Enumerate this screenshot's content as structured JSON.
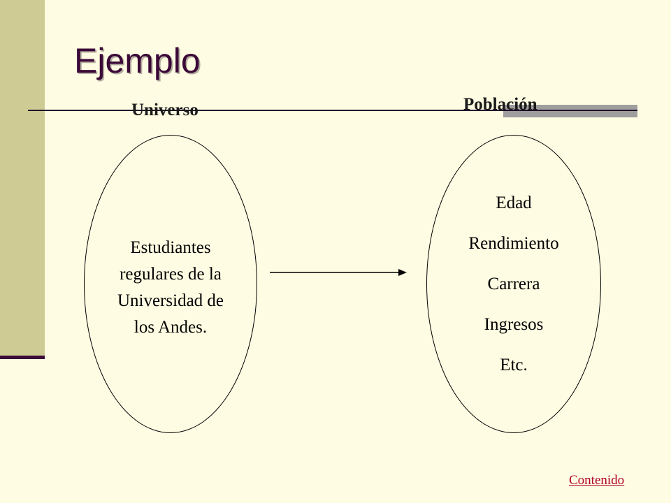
{
  "slide": {
    "title": "Ejemplo",
    "universe_label": "Universo",
    "population_label": "Población",
    "universe_description": "Estudiantes regulares de la Universidad de los Andes.",
    "population_attributes": [
      "Edad",
      "Rendimiento",
      "Carrera",
      "Ingresos",
      "Etc."
    ],
    "nav_link": "Contenido"
  },
  "colors": {
    "background": "#FEFCE2",
    "sidebar": "#CFCB95",
    "title": "#3B0838",
    "accent_line": "#1F0A2A",
    "gray_block": "#9E9E9E",
    "link": "#B0002A"
  },
  "icons": {
    "arrow": "arrow-right-icon"
  }
}
